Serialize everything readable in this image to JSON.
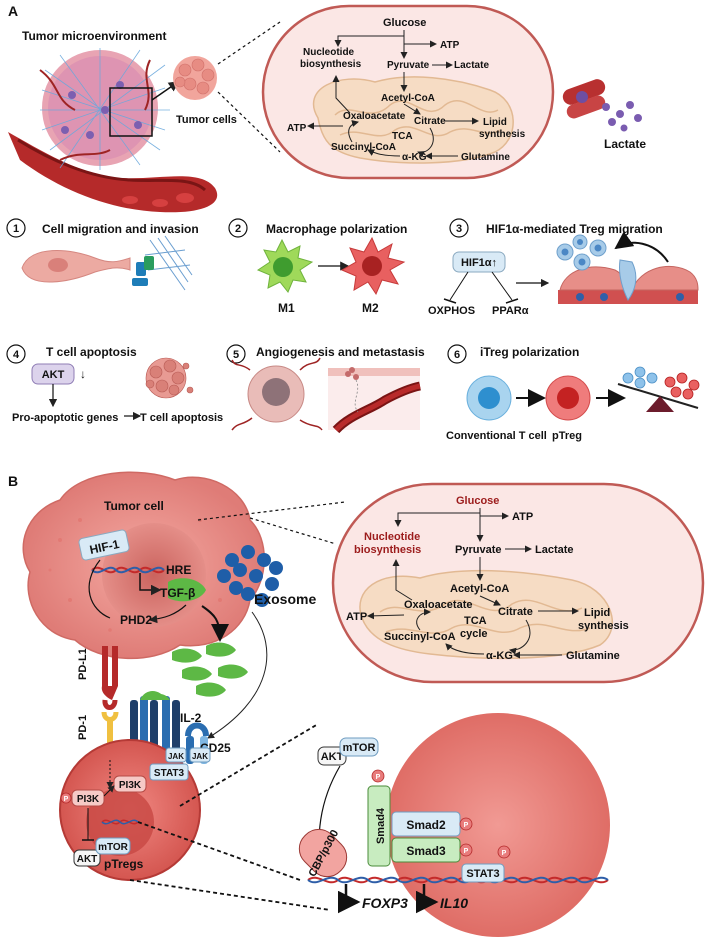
{
  "panel_a": {
    "letter": "A",
    "tme_title": "Tumor microenvironment",
    "tumor_cells_label": "Tumor cells",
    "lactate_label": "Lactate",
    "metabolism": {
      "glucose": "Glucose",
      "atp_top": "ATP",
      "nucleotide": "Nucleotide",
      "biosynthesis": "biosynthesis",
      "pyruvate": "Pyruvate",
      "lactate": "Lactate",
      "acetyl_coa": "Acetyl-CoA",
      "atp_left": "ATP",
      "oxaloacetate": "Oxaloacetate",
      "citrate": "Citrate",
      "lipid": "Lipid",
      "synthesis": "synthesis",
      "tca": "TCA",
      "succinyl_coa": "Succinyl-CoA",
      "akg": "α-KG",
      "glutamine": "Glutamine"
    },
    "items": [
      {
        "num": "1",
        "title": "Cell migration and invasion"
      },
      {
        "num": "2",
        "title": "Macrophage polarization",
        "m1": "M1",
        "m2": "M2"
      },
      {
        "num": "3",
        "title": "HIF1α-mediated Treg migration",
        "hif": "HIF1α↑",
        "oxphos": "OXPHOS",
        "ppar": "PPARα"
      },
      {
        "num": "4",
        "title": "T cell apoptosis",
        "akt": "AKT",
        "arrow": "↓",
        "genes": "Pro-apoptotic genes",
        "result": "T cell apoptosis"
      },
      {
        "num": "5",
        "title": "Angiogenesis and metastasis"
      },
      {
        "num": "6",
        "title": "iTreg polarization",
        "conv": "Conventional T cell",
        "ptreg": "pTreg"
      }
    ]
  },
  "panel_b": {
    "letter": "B",
    "tumor_cell": "Tumor cell",
    "hif1": "HIF-1",
    "hre": "HRE",
    "tgfb": "TGF-β",
    "phd2": "PHD2",
    "exosome": "Exosome",
    "pdl1": "PD-L1",
    "pd1": "PD-1",
    "il2": "IL-2",
    "cd25": "CD25",
    "pi3k_a": "PI3K",
    "pi3k_b": "PI3K",
    "p": "P",
    "stat3": "STAT3",
    "jak": "JAK",
    "akt": "AKT",
    "mtor": "mTOR",
    "ptregs": "pTregs",
    "metabolism": {
      "glucose": "Glucose",
      "atp_top": "ATP",
      "nucleotide": "Nucleotide",
      "biosynthesis": "biosynthesis",
      "pyruvate": "Pyruvate",
      "lactate": "Lactate",
      "acetyl_coa": "Acetyl-CoA",
      "atp_left": "ATP",
      "oxaloacetate": "Oxaloacetate",
      "citrate": "Citrate",
      "lipid": "Lipid",
      "synthesis": "synthesis",
      "tca": "TCA",
      "cycle": "cycle",
      "succinyl_coa": "Succinyl-CoA",
      "akg": "α-KG",
      "glutamine": "Glutamine"
    },
    "nucleus": {
      "akt": "AKT",
      "mtor": "mTOR",
      "cbp": "CBP/p300",
      "smad4": "Smad4",
      "smad2": "Smad2",
      "smad3": "Smad3",
      "stat3": "STAT3",
      "p": "P",
      "foxp3": "FOXP3",
      "il10": "IL10"
    }
  },
  "colors": {
    "tumor_pink": "#e9908b",
    "mito_fill": "#f6dcc4",
    "cell_fill": "#fbe7e5",
    "pale_blue": "#d9eaf6",
    "green": "#5db845",
    "dark_red": "#b23030"
  }
}
